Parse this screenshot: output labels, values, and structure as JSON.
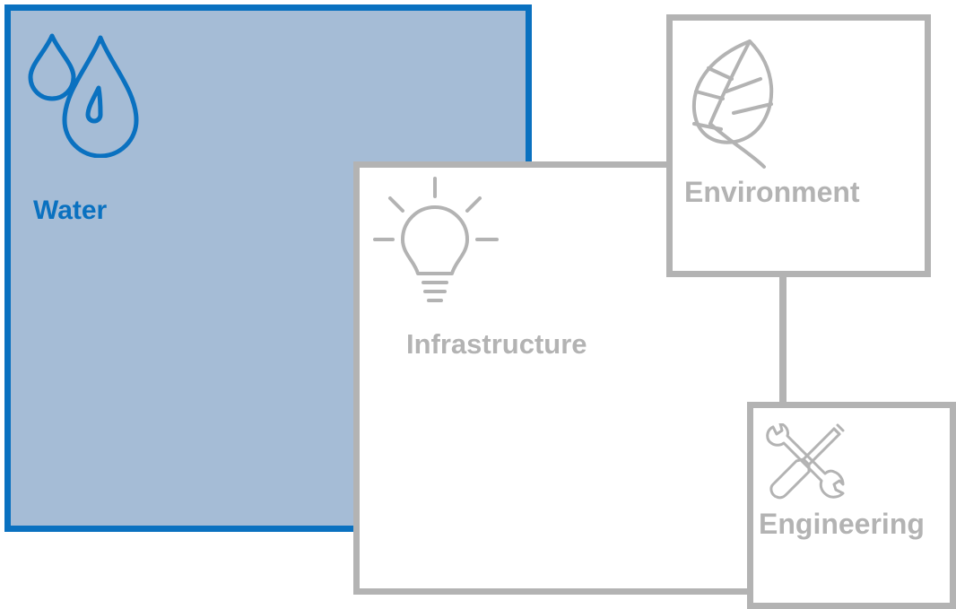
{
  "diagram": {
    "panels": [
      {
        "id": "water",
        "label": "Water",
        "icon": "water-drops-icon",
        "active": true
      },
      {
        "id": "infrastructure",
        "label": "Infrastructure",
        "icon": "lightbulb-icon",
        "active": false
      },
      {
        "id": "environment",
        "label": "Environment",
        "icon": "leaf-icon",
        "active": false
      },
      {
        "id": "engineering",
        "label": "Engineering",
        "icon": "wrench-screwdriver-icon",
        "active": false
      }
    ],
    "colors": {
      "active_border": "#0a71c0",
      "active_fill": "#a5bcd6",
      "inactive_border": "#b3b3b3",
      "inactive_fill": "#ffffff"
    }
  }
}
